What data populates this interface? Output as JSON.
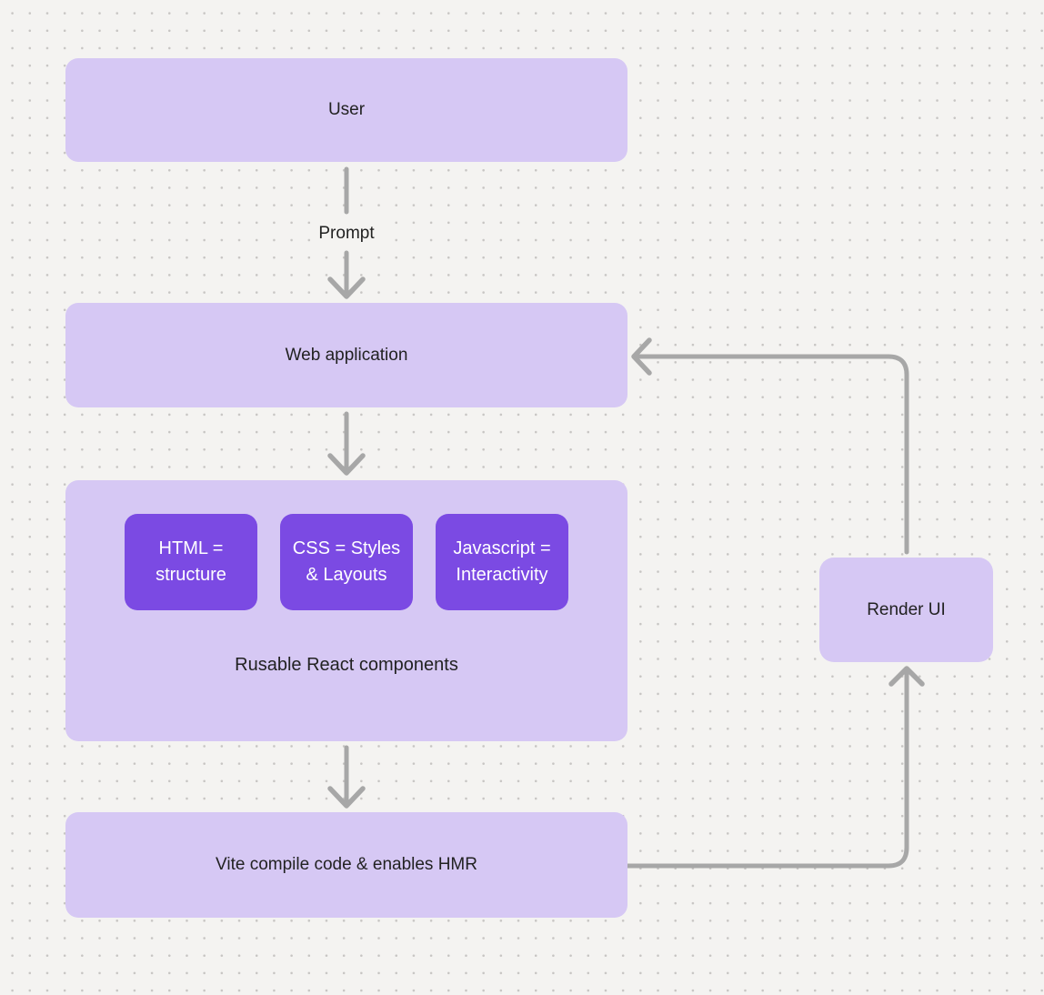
{
  "diagram": {
    "nodes": {
      "user": {
        "label": "User"
      },
      "web_application": {
        "label": "Web application"
      },
      "components_group": {
        "caption": "Rusable React components",
        "children": [
          {
            "label": "HTML =\nstructure"
          },
          {
            "label": "CSS = Styles\n& Layouts"
          },
          {
            "label": "Javascript =\nInteractivity"
          }
        ]
      },
      "vite": {
        "label": "Vite compile code & enables HMR"
      },
      "render_ui": {
        "label": "Render UI"
      }
    },
    "edge_labels": {
      "prompt": "Prompt"
    },
    "colors": {
      "background": "#f4f3f1",
      "dot_grid": "#c7c5c3",
      "node_fill": "#d6c8f4",
      "accent_fill": "#7b4ae3",
      "arrow": "#a7a7a7",
      "text_dark": "#222222",
      "text_light": "#ffffff"
    }
  }
}
